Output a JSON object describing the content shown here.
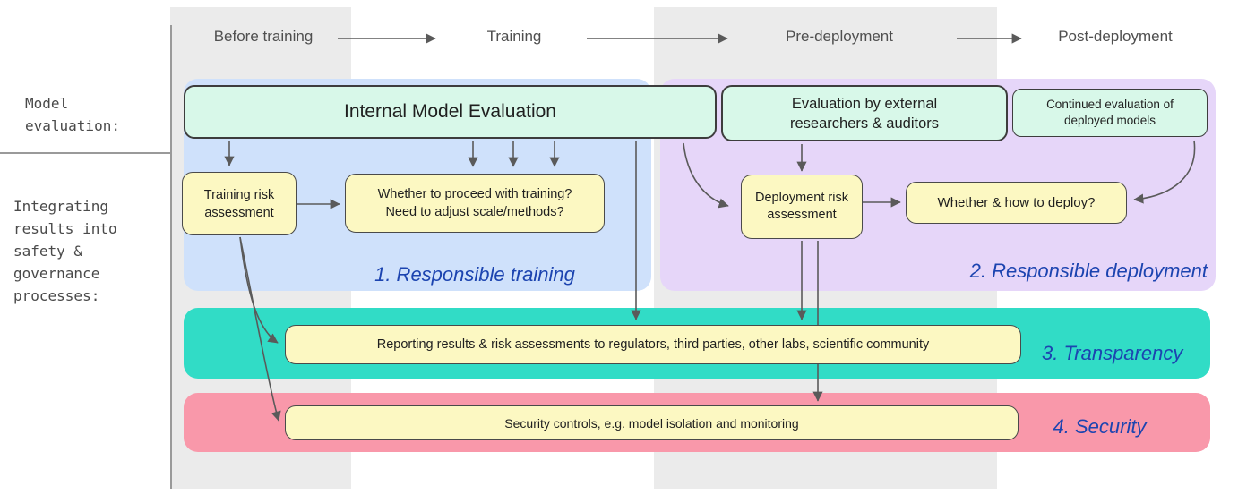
{
  "sidebar": {
    "model_evaluation": "Model\nevaluation:",
    "integrating": "Integrating results into safety & governance processes:"
  },
  "timeline": {
    "phases": [
      "Before training",
      "Training",
      "Pre-deployment",
      "Post-deployment"
    ]
  },
  "boxes": {
    "internal_eval": "Internal Model Evaluation",
    "external_eval": "Evaluation by external\nresearchers & auditors",
    "continued_eval": "Continued evaluation of\ndeployed models",
    "training_risk": "Training risk\nassessment",
    "proceed_question": "Whether to proceed with training?\nNeed to adjust scale/methods?",
    "deployment_risk": "Deployment risk assessment",
    "deploy_question": "Whether & how to deploy?",
    "reporting": "Reporting results & risk assessments to regulators, third parties, other labs, scientific community",
    "security_controls": "Security controls, e.g. model isolation and monitoring"
  },
  "regions": {
    "responsible_training": "1. Responsible training",
    "responsible_deployment": "2. Responsible deployment",
    "transparency": "3. Transparency",
    "security": "4. Security"
  },
  "colors": {
    "column_gray": "#ebebeb",
    "mint_box": "#d8f8e9",
    "blue_region": "#cfe1fb",
    "purple_region": "#e6d6f9",
    "teal_band": "#31dcc6",
    "pink_band": "#f998aa",
    "yellow_box": "#fcf8c2",
    "label_blue": "#1c44b0",
    "border_dark": "#3d3d3d",
    "arrow_gray": "#5a5a5a",
    "text_dark": "#1f1f1f",
    "muted_text": "#4f4f4f"
  }
}
